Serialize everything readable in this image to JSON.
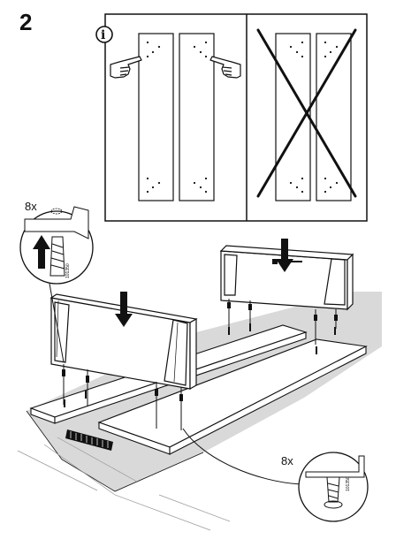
{
  "step": {
    "number": "2"
  },
  "info": {
    "icon": "info-icon",
    "glyph": "i"
  },
  "callouts": {
    "dowel_quantity_top": "8x",
    "dowel_quantity_bottom": "8x",
    "part_number_top": "101350",
    "part_number_bottom": "101350"
  },
  "colors": {
    "ink": "#111111",
    "carpet": "#d9d9d9",
    "panel": "#ffffff"
  },
  "icons": [
    "info-icon",
    "pointing-hand-icon",
    "cross-out-icon",
    "down-arrow-icon",
    "up-arrow-icon",
    "logo-mark"
  ]
}
